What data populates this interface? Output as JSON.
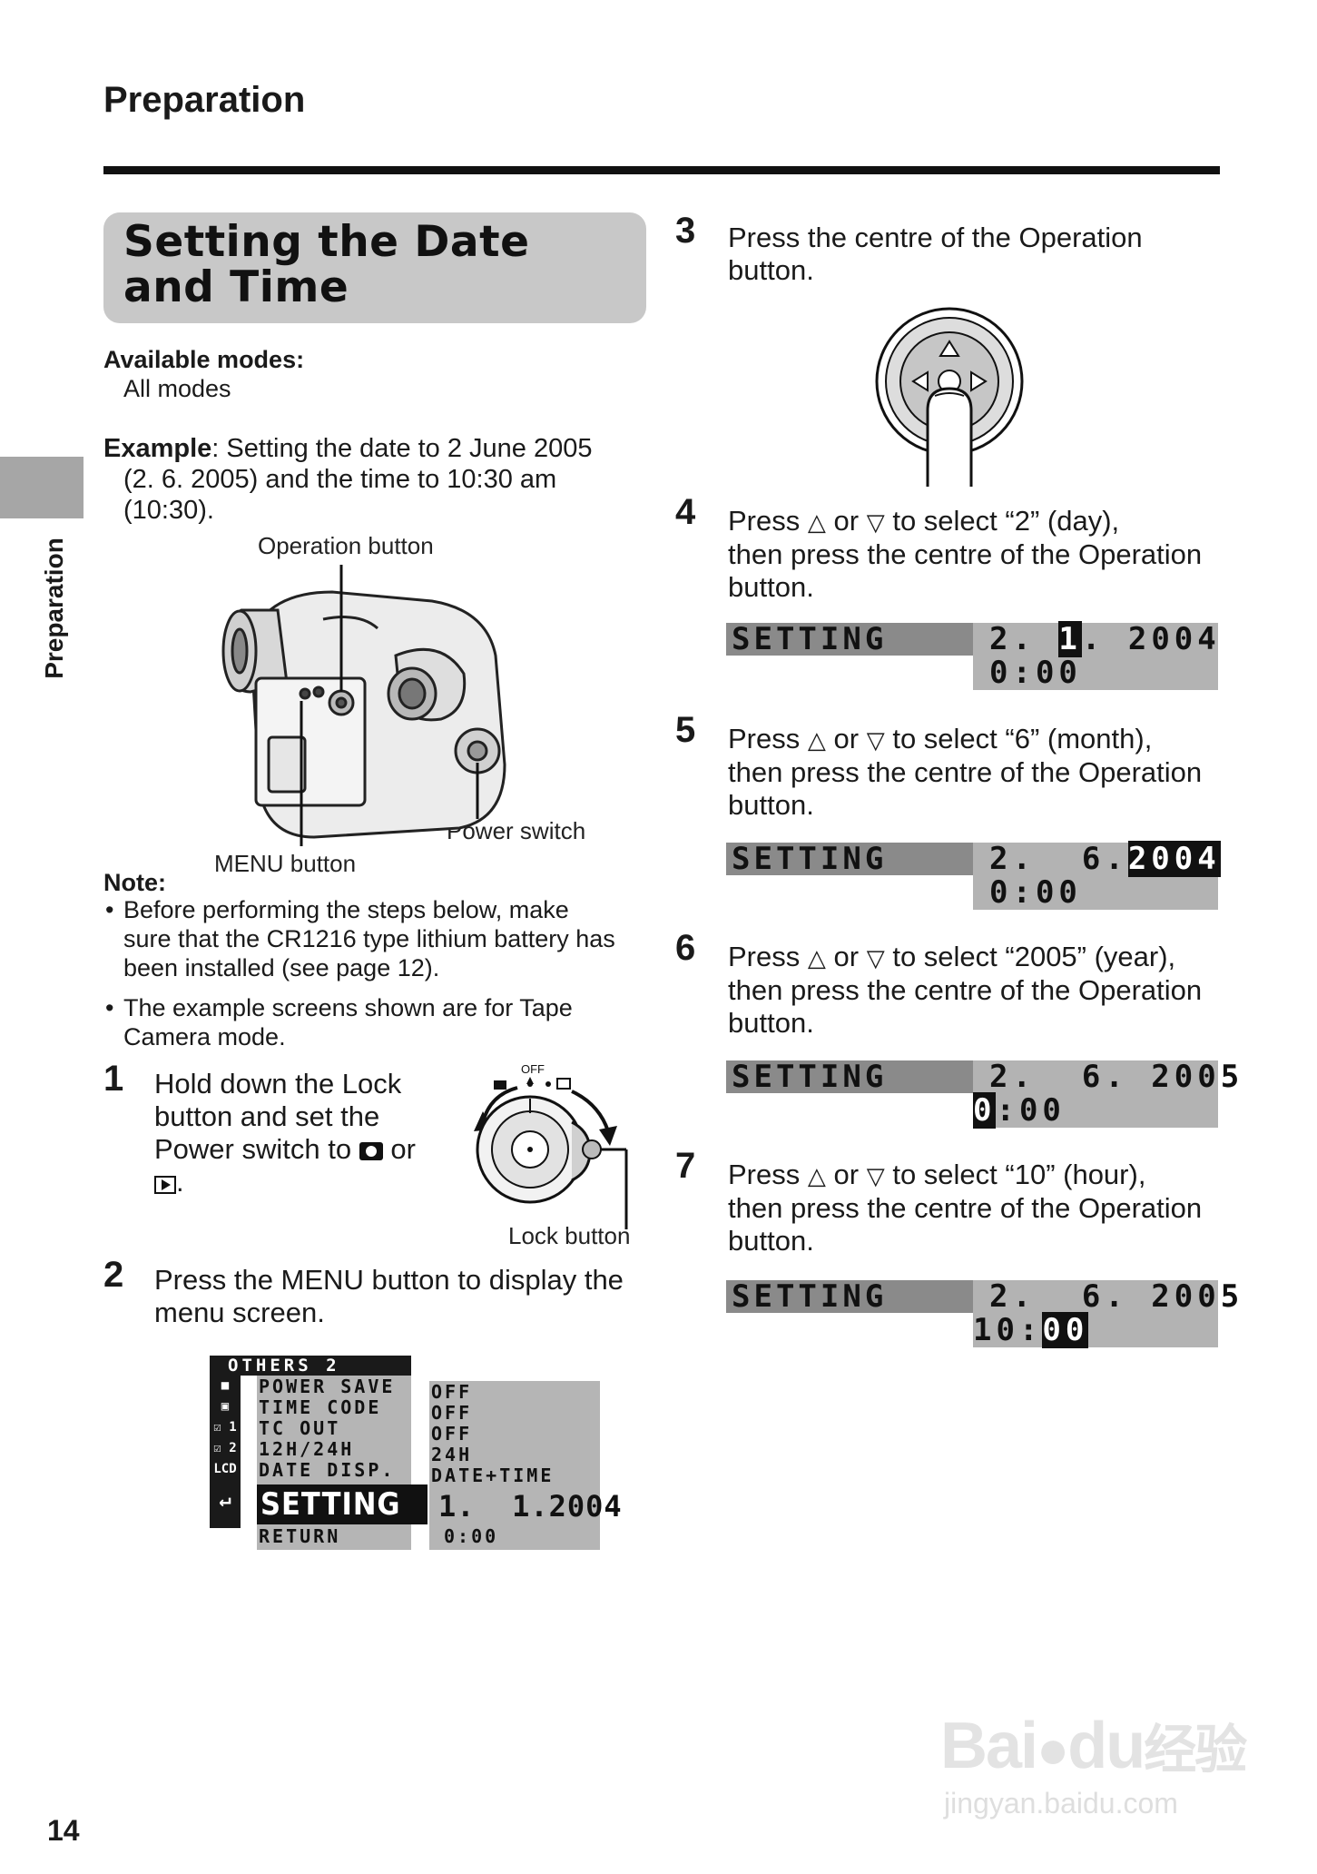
{
  "header": {
    "title": "Preparation",
    "side_label": "Preparation",
    "page_number": "14"
  },
  "section_title": "Setting the Date and Time",
  "available_modes": {
    "label": "Available modes:",
    "value": "All modes"
  },
  "example": {
    "label": "Example",
    "line1": ": Setting the date to 2 June 2005",
    "line2": "(2. 6. 2005) and the time to 10:30 am",
    "line3": "(10:30)."
  },
  "camera_labels": {
    "operation_button": "Operation button",
    "power_switch": "Power switch",
    "menu_button": "MENU button"
  },
  "note": {
    "heading": "Note:",
    "items": [
      {
        "line1": "Before performing the steps below, make",
        "line2": "sure that the CR1216 type lithium battery has",
        "line3": "been installed (see page 12)."
      },
      {
        "line1": "The example screens shown are for Tape",
        "line2": "Camera mode."
      }
    ]
  },
  "steps": [
    {
      "num": "1",
      "line1": "Hold down the Lock",
      "line2": "button and set the",
      "line3": "Power switch to",
      "or": "or",
      "end": "."
    },
    {
      "num": "2",
      "line1": "Press the MENU button to display the",
      "line2": "menu screen."
    },
    {
      "num": "3",
      "line1": "Press the centre of the Operation",
      "line2": "button."
    },
    {
      "num": "4",
      "pre": "Press",
      "or": "or",
      "post": "to select “2” (day),",
      "line2": "then press the centre of the Operation",
      "line3": "button."
    },
    {
      "num": "5",
      "pre": "Press",
      "or": "or",
      "post": "to select “6” (month),",
      "line2": "then press the centre of the Operation",
      "line3": "button."
    },
    {
      "num": "6",
      "pre": "Press",
      "or": "or",
      "post": "to select “2005” (year),",
      "line2": "then press the centre of the Operation",
      "line3": "button."
    },
    {
      "num": "7",
      "pre": "Press",
      "or": "or",
      "post": "to select “10” (hour),",
      "line2": "then press the centre of the Operation",
      "line3": "button."
    }
  ],
  "dial": {
    "off_label": "OFF",
    "lock_button": "Lock button"
  },
  "menu_screen": {
    "header": "OTHERS 2",
    "icons": [
      "camera-icon",
      "tape-camera-icon",
      "check1-icon",
      "check2-icon",
      "LCD",
      "return-icon"
    ],
    "icon_labels": [
      "",
      "",
      "☑ 1",
      "☑ 2",
      "LCD",
      "↵"
    ],
    "rows": [
      {
        "label": "POWER SAVE",
        "value": "OFF"
      },
      {
        "label": "TIME CODE",
        "value": "OFF"
      },
      {
        "label": "TC OUT",
        "value": "OFF"
      },
      {
        "label": "12H/24H",
        "value": "24H"
      },
      {
        "label": "DATE DISP.",
        "value": "DATE+TIME"
      }
    ],
    "selected_label": "SETTING",
    "selected_value": "1.  1.2004",
    "return_label": "RETURN",
    "time_value": "0:00"
  },
  "lcd_screens": [
    {
      "label": "SETTING",
      "date_pre": "2. ",
      "date_hl": "1",
      "date_post": ". 2004",
      "time_pre": "",
      "time_hl": "",
      "time_post": "0:00"
    },
    {
      "label": "SETTING",
      "date_pre": "2.  6.",
      "date_hl": "2004",
      "date_post": "",
      "time_pre": "",
      "time_hl": "",
      "time_post": "0:00"
    },
    {
      "label": "SETTING",
      "date_pre": "2.  6. 2005",
      "date_hl": "",
      "date_post": "",
      "time_pre": "",
      "time_hl": "0",
      "time_post": ":00"
    },
    {
      "label": "SETTING",
      "date_pre": "2.  6. 2005",
      "date_hl": "",
      "date_post": "",
      "time_pre": "10:",
      "time_hl": "00",
      "time_post": ""
    }
  ],
  "watermark": {
    "brand": "Bai",
    "brand2": "du",
    "chinese": "经验",
    "url": "jingyan.baidu.com"
  }
}
